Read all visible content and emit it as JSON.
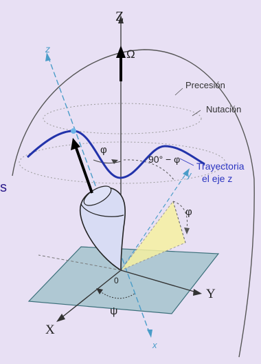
{
  "labels": {
    "axis_Z": "Z",
    "axis_Y": "Y",
    "axis_X": "X",
    "axis_z_body": "z",
    "axis_y_body": "y",
    "axis_x_body": "x",
    "omega": "Ω",
    "origin": "0",
    "precession": "Precesión",
    "nutation": "Nutación",
    "trajectory_line1": "Trayectoria",
    "trajectory_line2": "el eje z",
    "angle_phi": "φ",
    "angle_90_minus_phi": "90° − φ",
    "angle_phi_2": "φ",
    "angle_psi": "ψ",
    "edge_fragment": "s"
  },
  "colors": {
    "background": "#e8e0f4",
    "trajectory": "#2233aa",
    "trajectory_label": "#2a34c0",
    "body_axis": "#4a9cc8",
    "plane_fill": "#9cc0c8",
    "plane_stroke": "#3b6f7a",
    "triangle_fill": "#f6f0a0",
    "top_fill": "#d8dcf4",
    "sphere": "#555555",
    "edge_fragment": "#2a1a8a"
  }
}
